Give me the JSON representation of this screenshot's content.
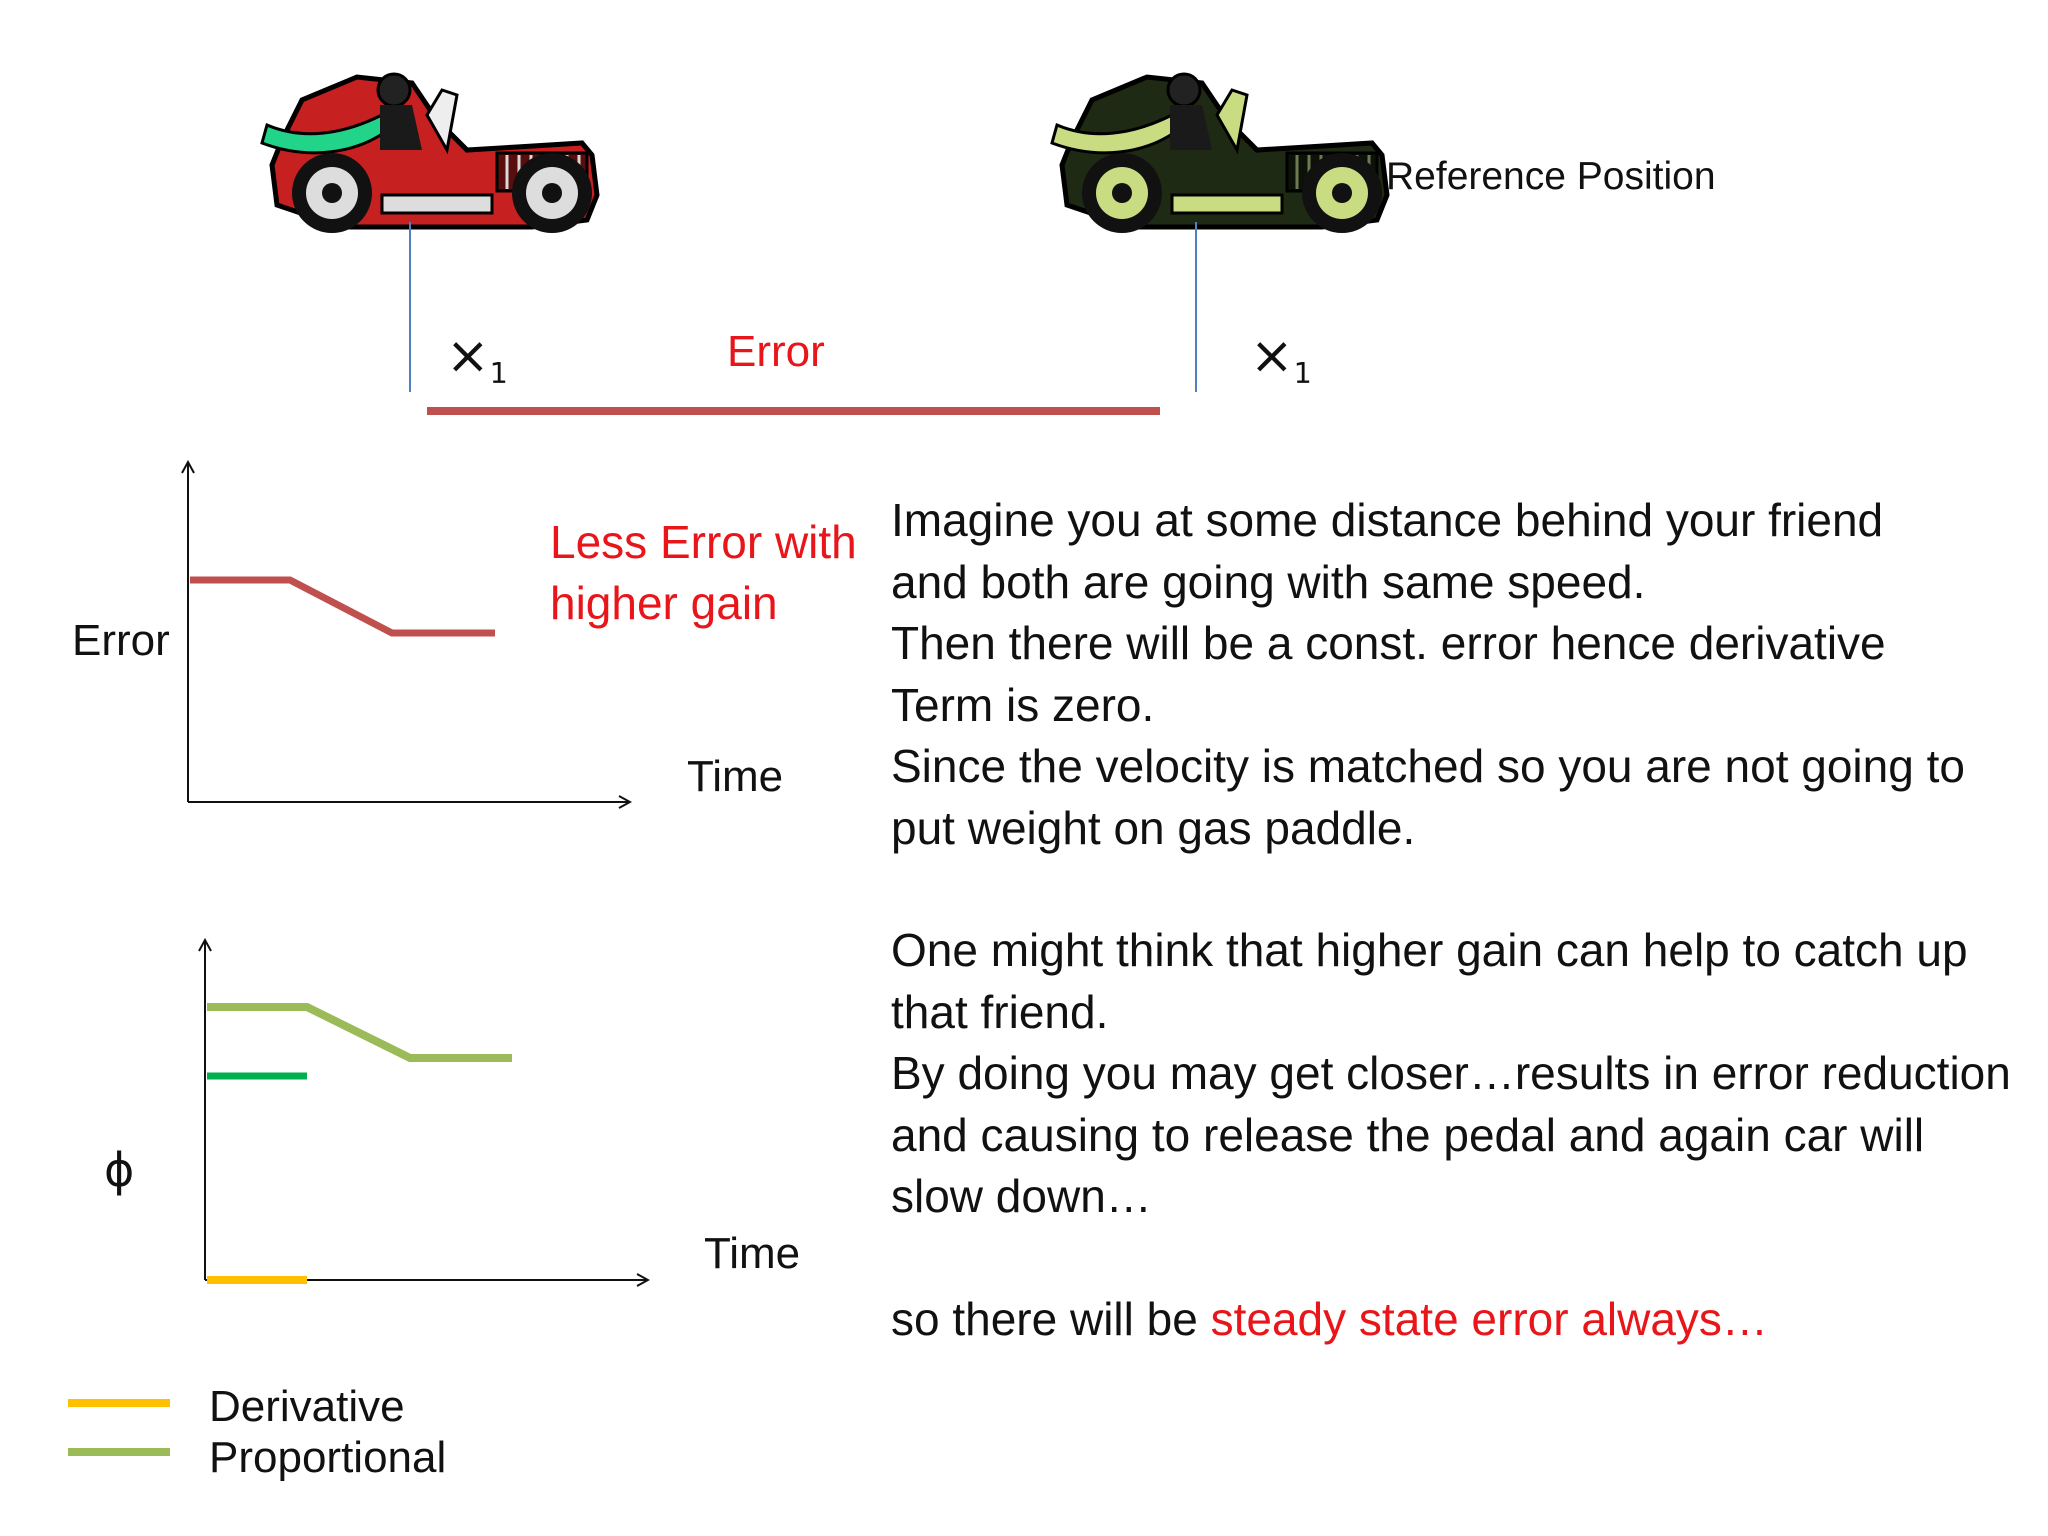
{
  "colors": {
    "error_red": "#e8161a",
    "error_line": "#c0504d",
    "proportional": "#9bbb59",
    "derivative": "#ffc000",
    "green_line": "#00b050",
    "marker_blue": "#4f81bd",
    "car_red": "#c62020",
    "car_dark": "#1e2a14"
  },
  "top": {
    "reference_label": "Reference Position",
    "x_left": "×",
    "x_left_sub": "1",
    "x_right": "×",
    "x_right_sub": "1",
    "error_label": "Error",
    "car_left_icon": "red-race-car-icon",
    "car_right_icon": "dark-race-car-icon"
  },
  "graph1": {
    "ylabel": "Error",
    "xlabel": "Time",
    "annotation_line1": "Less Error with",
    "annotation_line2": "higher gain"
  },
  "graph2": {
    "ylabel": "ϕ",
    "xlabel": "Time"
  },
  "legend": {
    "items": [
      {
        "label": "Derivative"
      },
      {
        "label": "Proportional"
      }
    ]
  },
  "text": {
    "p1": [
      "Imagine you at some distance behind your friend",
      "and both are going with same speed.",
      "Then there will be a const. error  hence derivative",
      "Term is zero.",
      "Since the velocity is matched so you are not going to",
      "put weight on gas paddle."
    ],
    "p2": [
      "One might think that higher gain can help to catch up",
      "that friend.",
      "By doing you may get closer…results in error reduction",
      "and causing to release  the pedal and again car will",
      "slow down…"
    ],
    "p3_prefix": "so there will be ",
    "p3_highlight": "steady state error always…"
  }
}
